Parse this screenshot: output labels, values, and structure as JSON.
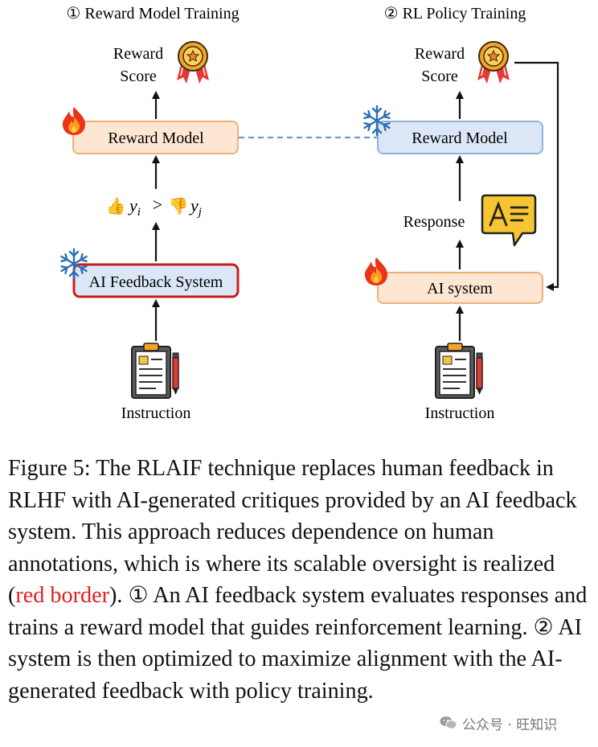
{
  "panel1": {
    "title": "① Reward Model Training",
    "reward_score_line1": "Reward",
    "reward_score_line2": "Score",
    "reward_model": "Reward Model",
    "preference": "y",
    "pref_i": "i",
    "pref_gt": ">",
    "pref_j": "j",
    "feedback_system": "AI Feedback System",
    "instruction": "Instruction"
  },
  "panel2": {
    "title": "② RL Policy Training",
    "reward_score_line1": "Reward",
    "reward_score_line2": "Score",
    "reward_model": "Reward Model",
    "response": "Response",
    "ai_system": "AI system",
    "instruction": "Instruction"
  },
  "caption": {
    "part1": "Figure 5: The RLAIF technique replaces human feedback in RLHF with AI-generated critiques provided by an AI feedback system. This approach reduces dependence on human annotations, which is where its scalable oversight is realized (",
    "highlight": "red border",
    "part2": "). ① An AI feedback system evaluates responses and trains a reward model that guides reinforcement learning. ② AI system is then optimized to maximize alignment with the AI-generated feedback with policy training."
  },
  "watermark": {
    "text": "公众号 · 旺知识"
  },
  "colors": {
    "orange_box_fill": "#fde6d2",
    "orange_box_stroke": "#f0b07a",
    "blue_box_fill": "#dbe7f6",
    "blue_box_stroke": "#8fb2dc",
    "red_border": "#c81e1e",
    "dashed_link": "#6f9bd0",
    "highlight_text": "#e02020"
  },
  "icons": [
    "medal-icon",
    "fire-icon",
    "snowflake-icon",
    "thumbs-up-icon",
    "thumbs-down-icon",
    "clipboard-icon",
    "speech-bubble-icon",
    "wechat-icon"
  ]
}
